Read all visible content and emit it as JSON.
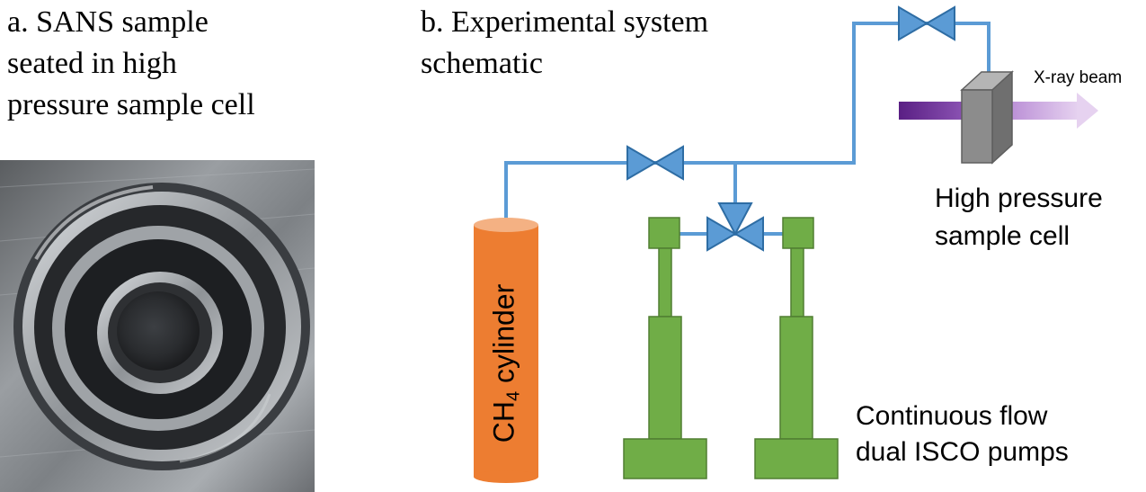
{
  "panel_a": {
    "title": "a. SANS sample\nseated in high\npressure sample cell"
  },
  "panel_b": {
    "title": "b. Experimental system\nschematic",
    "labels": {
      "cell": "High pressure\nsample cell",
      "pumps": "Continuous flow\ndual ISCO pumps",
      "beam": "X-ray beam",
      "cylinder_prefix": "CH",
      "cylinder_sub": "4",
      "cylinder_suffix": " cylinder"
    }
  },
  "colors": {
    "pipe": "#5b9bd5",
    "valve": "#5b9bd5",
    "valve_stroke": "#2e6da4",
    "cylinder": "#ed7d31",
    "cylinder_top": "#f4b183",
    "pump": "#70ad47",
    "pump_stroke": "#507e32",
    "cell_front": "#8c8c8c",
    "cell_side": "#6f6f6f",
    "beam_in": "#6a2c91",
    "beam_out": "#c9a0dc"
  }
}
